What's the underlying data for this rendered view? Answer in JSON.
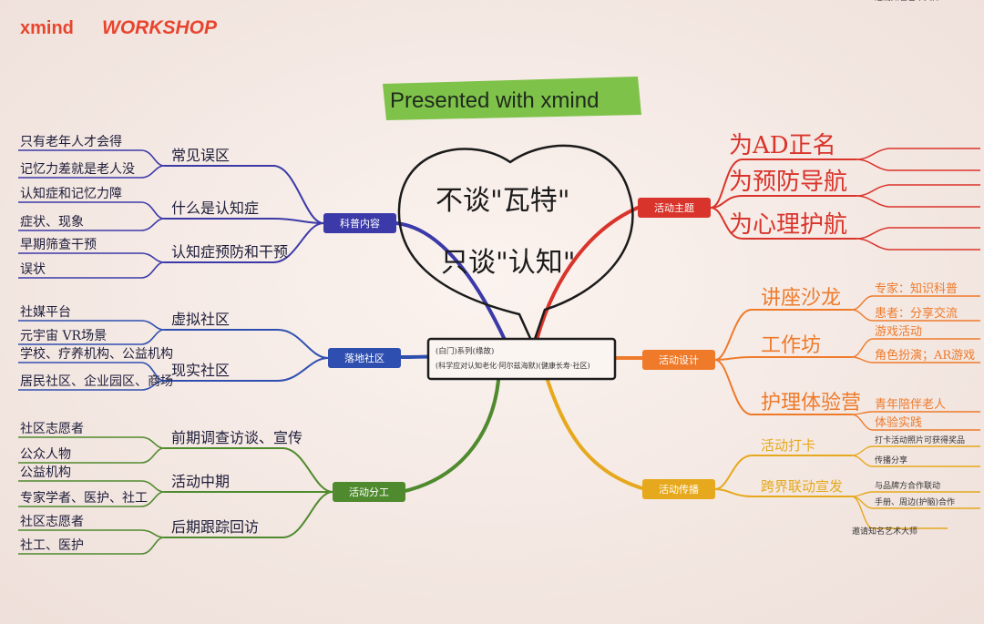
{
  "brand": {
    "logo": "xmind",
    "label": "WORKSHOP"
  },
  "banner": {
    "text": "Presented with xmind"
  },
  "center": {
    "heart_line1": "不谈\"瓦特\"",
    "heart_line2": "只谈\"认知\"",
    "box_line1": "(白门)系列(缘故)",
    "box_line2": "(科学应对认知老化·阿尔兹海默)(健康长寿·社区)"
  },
  "branches": {
    "science": {
      "label": "科普内容",
      "groups": [
        {
          "label": "常见误区",
          "leaves": [
            "只有老年人才会得",
            "记忆力差就是老人没"
          ]
        },
        {
          "label": "什么是认知症",
          "leaves": [
            "认知症和记忆力障",
            "症状、现象"
          ]
        },
        {
          "label": "认知症预防和干预",
          "leaves": [
            "早期筛查干预",
            "误状"
          ]
        }
      ]
    },
    "venue": {
      "label": "落地社区",
      "groups": [
        {
          "label": "虚拟社区",
          "leaves": [
            "社媒平台",
            "元宇宙 VR场景"
          ]
        },
        {
          "label": "现实社区",
          "leaves": [
            "学校、疗养机构、公益机构",
            "居民社区、企业园区、商场"
          ]
        }
      ]
    },
    "roles": {
      "label": "活动分工",
      "groups": [
        {
          "label": "前期调查访谈、宣传",
          "leaves": [
            "社区志愿者",
            "公众人物"
          ]
        },
        {
          "label": "活动中期",
          "leaves": [
            "公益机构",
            "专家学者、医护、社工"
          ]
        },
        {
          "label": "后期跟踪回访",
          "leaves": [
            "社区志愿者",
            "社工、医护"
          ]
        }
      ]
    },
    "theme": {
      "label": "活动主题",
      "leaves": [
        "为AD正名",
        "为预防导航",
        "为心理护航"
      ]
    },
    "design": {
      "label": "活动设计",
      "groups": [
        {
          "label": "讲座沙龙",
          "leaves": [
            "专家：知识科普",
            "患者：分享交流"
          ]
        },
        {
          "label": "工作坊",
          "leaves": [
            "游戏活动",
            "角色扮演；AR游戏"
          ]
        },
        {
          "label": "护理体验营",
          "leaves": [
            "青年陪伴老人",
            "体验实践"
          ]
        }
      ]
    },
    "spread": {
      "label": "活动传播",
      "groups": [
        {
          "label": "活动打卡",
          "leaves": [
            "打卡活动照片可获得奖品",
            "传播分享"
          ]
        },
        {
          "label": "跨界联动宣发",
          "leaves": [
            "与品牌方合作联动",
            "手册、周边(护脑)合作",
            "邀请知名艺术大师"
          ]
        }
      ]
    }
  },
  "colors": {
    "science": "#3b3aa8",
    "venue": "#2f4fb0",
    "roles": "#4f8a2e",
    "theme": "#d9342b",
    "design": "#ee7a2a",
    "spread": "#e6a81c",
    "banner": "#7fc24a",
    "box": "#222222"
  }
}
